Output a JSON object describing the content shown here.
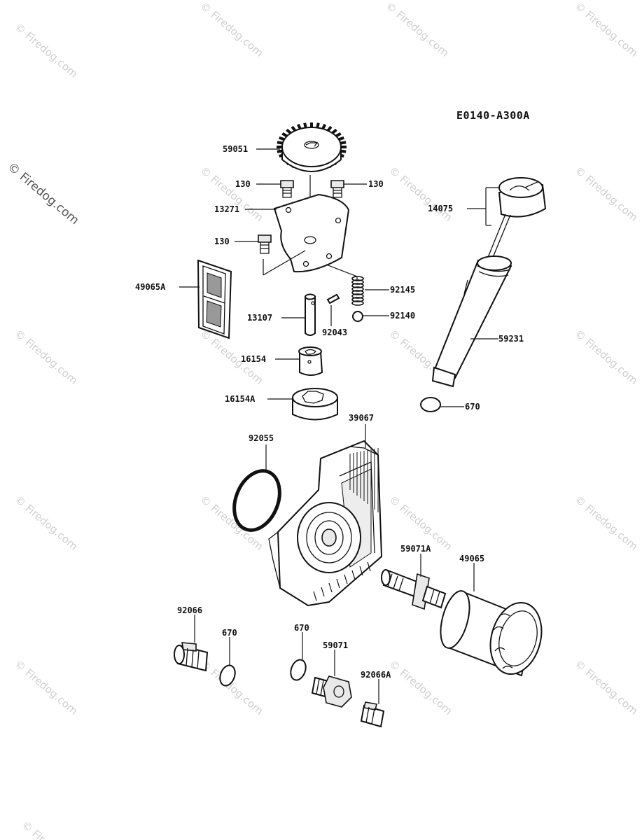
{
  "diagram_code": "E0140-A300A",
  "watermark": {
    "text": "© Firedog.com"
  },
  "parts": {
    "gear": "59051",
    "bolt_top_left": "130",
    "bolt_top_right": "130",
    "plate": "13271",
    "bolt_mid": "130",
    "screen": "49065A",
    "spring": "92145",
    "ball": "92140",
    "shaft": "13107",
    "pin": "92043",
    "inner_rotor": "16154",
    "outer_rotor": "16154A",
    "dipstick": "14075",
    "tube": "59231",
    "tube_oring": "670",
    "case": "39067",
    "case_oring": "92055",
    "fitting": "59071A",
    "filter": "49065",
    "plug_left": "92066",
    "oring_left": "670",
    "oring_center": "670",
    "fitting_small": "59071",
    "plug_right": "92066A"
  }
}
